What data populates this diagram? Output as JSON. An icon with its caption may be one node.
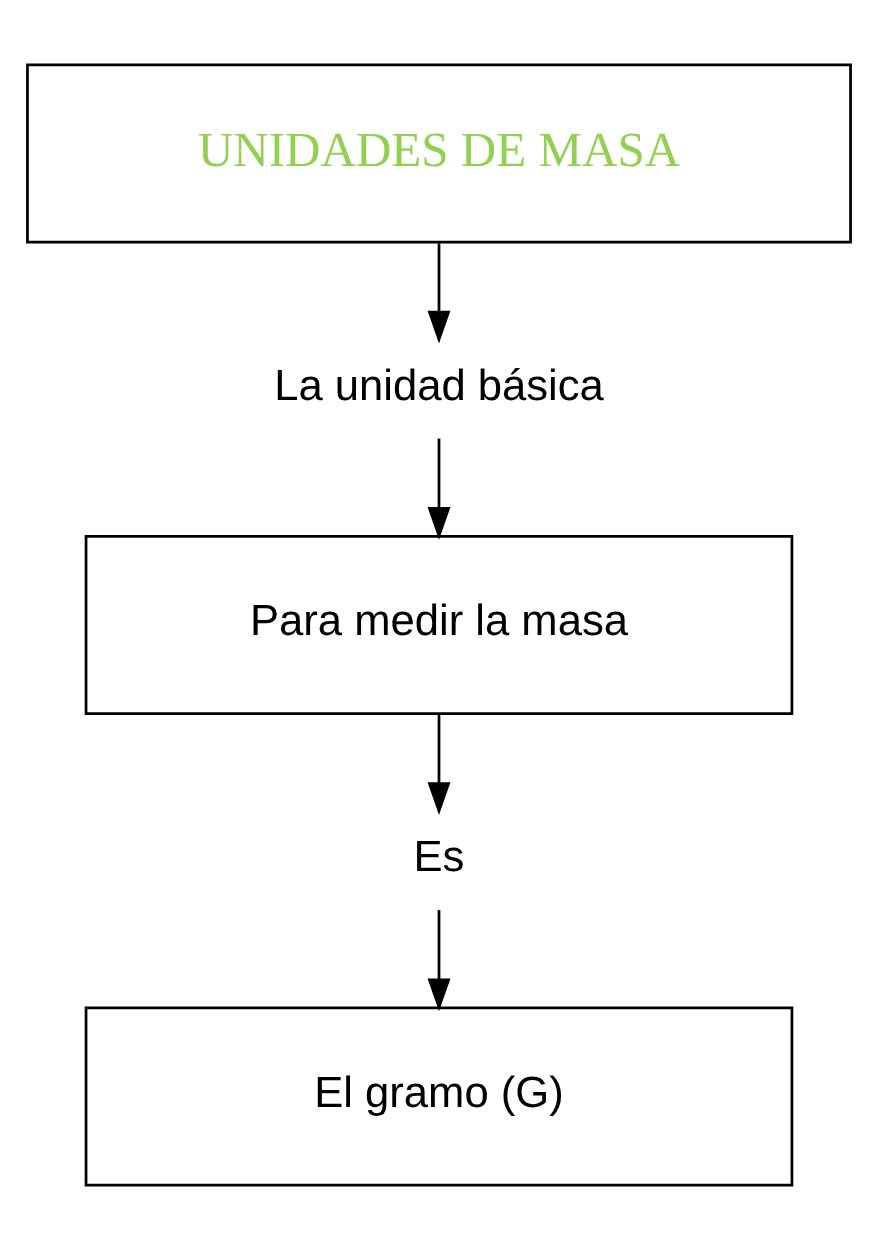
{
  "diagram": {
    "nodes": [
      {
        "text": [
          "UNIDADES DE MASA"
        ]
      },
      {
        "text": [
          "La unidad básica"
        ]
      },
      {
        "text": [
          "Para medir la masa"
        ]
      },
      {
        "text": [
          "Es"
        ]
      },
      {
        "text": [
          "El gramo (G)"
        ]
      }
    ],
    "edges": [
      {
        "from": 0,
        "to": 1,
        "arrow": "to"
      },
      {
        "from": 1,
        "to": 2,
        "arrow": "to"
      },
      {
        "from": 2,
        "to": 3,
        "arrow": "to"
      },
      {
        "from": 3,
        "to": 4,
        "arrow": "to"
      }
    ]
  }
}
